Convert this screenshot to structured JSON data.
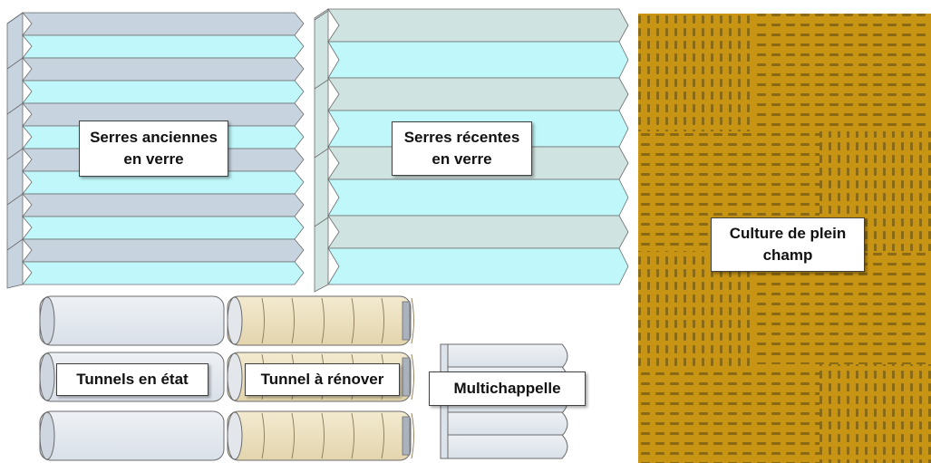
{
  "zones": {
    "old_glass": {
      "line1": "Serres anciennes",
      "line2": "en verre"
    },
    "new_glass": {
      "line1": "Serres récentes",
      "line2": "en verre"
    },
    "field": {
      "line1": "Culture de plein",
      "line2": "champ"
    },
    "tunnels_ok": {
      "label": "Tunnels en état"
    },
    "tunnel_renovate": {
      "label": "Tunnel à rénover"
    },
    "multichapel": {
      "label": "Multichappelle"
    }
  },
  "colors": {
    "glass_light": "#c7d3df",
    "glass_aqua": "#bff7fa",
    "glass_green": "#cfe3e0",
    "tunnel_grey": "#dde3ea",
    "tunnel_beige": "#eadfc0",
    "field_brown": "#c89414",
    "field_dash": "#8a6a14",
    "outline": "#6b6b6b"
  }
}
